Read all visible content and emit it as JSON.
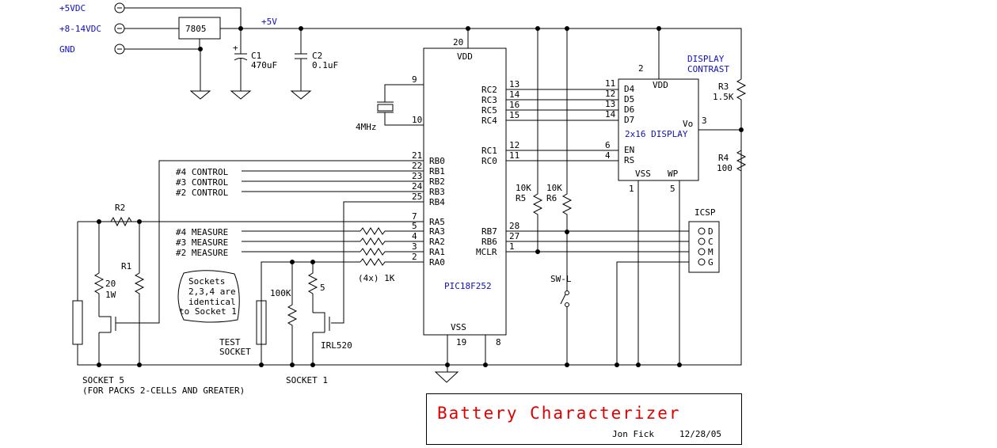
{
  "power": {
    "in1": "+5VDC",
    "in2": "+8-14VDC",
    "gnd": "GND",
    "regulator": "7805",
    "rail": "+5V",
    "c1_name": "C1",
    "c1_val": "470uF",
    "c2_name": "C2",
    "c2_val": "0.1uF",
    "c1_plus": "+"
  },
  "mcu": {
    "name": "PIC18F252",
    "vdd": "VDD",
    "vss": "VSS",
    "pin_vdd": "20",
    "pin_vss1": "19",
    "pin_vss2": "8",
    "left_pins": [
      {
        "num": "9",
        "name": ""
      },
      {
        "num": "10",
        "name": ""
      },
      {
        "num": "21",
        "name": "RB0"
      },
      {
        "num": "22",
        "name": "RB1"
      },
      {
        "num": "23",
        "name": "RB2"
      },
      {
        "num": "24",
        "name": "RB3"
      },
      {
        "num": "25",
        "name": "RB4"
      },
      {
        "num": "7",
        "name": "RA5"
      },
      {
        "num": "5",
        "name": "RA3"
      },
      {
        "num": "4",
        "name": "RA2"
      },
      {
        "num": "3",
        "name": "RA1"
      },
      {
        "num": "2",
        "name": "RA0"
      }
    ],
    "right_pins": [
      {
        "num": "13",
        "name": "RC2"
      },
      {
        "num": "14",
        "name": "RC3"
      },
      {
        "num": "16",
        "name": "RC5"
      },
      {
        "num": "15",
        "name": "RC4"
      },
      {
        "num": "12",
        "name": "RC1"
      },
      {
        "num": "11",
        "name": "RC0"
      },
      {
        "num": "28",
        "name": "RB7"
      },
      {
        "num": "27",
        "name": "RB6"
      },
      {
        "num": "1",
        "name": "MCLR"
      }
    ]
  },
  "crystal": {
    "label": "4MHz"
  },
  "signals": {
    "ctl4": "#4 CONTROL",
    "ctl3": "#3 CONTROL",
    "ctl2": "#2 CONTROL",
    "meas4": "#4 MEASURE",
    "meas3": "#3 MEASURE",
    "meas2": "#2 MEASURE",
    "rnet": "(4x) 1K"
  },
  "lcd": {
    "title": "2x16 DISPLAY",
    "vdd": "VDD",
    "vss": "VSS",
    "wp": "WP",
    "vo": "Vo",
    "pins": [
      "D4",
      "D5",
      "D6",
      "D7",
      "EN",
      "RS"
    ],
    "pin_nums": [
      "11",
      "12",
      "13",
      "14",
      "6",
      "4"
    ],
    "p2": "2",
    "p1": "1",
    "p5": "5",
    "p3": "3",
    "contrast1": "DISPLAY",
    "contrast2": "CONTRAST"
  },
  "resistors": {
    "r3": "R3",
    "r3v": "1.5K",
    "r4": "R4",
    "r4v": "100",
    "r5": "R5",
    "r5v": "10K",
    "r6": "R6",
    "r6v": "10K",
    "r1": "R1",
    "r2": "R2",
    "r20a": "20",
    "r20b": "1W",
    "r100k": "100K",
    "r5ohm": "5"
  },
  "switch": {
    "label": "SW-L"
  },
  "icsp": {
    "title": "ICSP",
    "pins": [
      "D",
      "C",
      "M",
      "G"
    ]
  },
  "sockets": {
    "test1": "TEST",
    "test2": "SOCKET",
    "s1": "SOCKET 1",
    "s5": "SOCKET 5",
    "s5note": "(FOR PACKS 2-CELLS AND GREATER)",
    "fet": "IRL520",
    "note": [
      "Sockets",
      "2,3,4 are",
      "identical",
      "to Socket 1"
    ]
  },
  "titleblock": {
    "title": "Battery Characterizer",
    "author": "Jon Fick",
    "date": "12/28/05"
  }
}
